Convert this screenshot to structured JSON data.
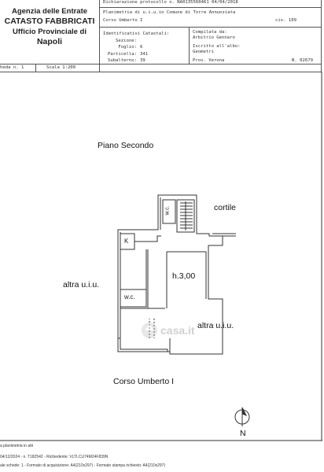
{
  "header": {
    "agency_line1": "Agenzia delle Entrate",
    "agency_line2": "CATASTO FABBRICATI",
    "agency_line3": "Ufficio Provinciale di",
    "agency_line4": "Napoli",
    "protocol": "Dichiarazione protocollo n. NA0135560461  04/04/2018",
    "plan_title": "Planimetria di u.i.u.in Comune di Torre Annunziata",
    "address": "Corso Umberto I",
    "civic": "civ. 109",
    "cadastral_title": "Identificativi Catastali:",
    "sezione_label": "Sezione:",
    "sezione_value": "",
    "foglio_label": "Foglio:",
    "foglio_value": "6",
    "particella_label": "Particella:",
    "particella_value": "341",
    "subalterno_label": "Subalterno:",
    "subalterno_value": "39",
    "compiled_label": "Compilata da:",
    "compiled_name": "Arbitrio Gennaro",
    "registered_label": "Iscritto all'albo:",
    "registered_value": "Geometri",
    "province": "Prov. Verona",
    "number": "N. 02679",
    "sheet": "heda n. 1",
    "scale": "Scala 1:200"
  },
  "plan": {
    "floor": "Piano Secondo",
    "cortile": "cortile",
    "wc_upper": "w.c.",
    "kitchen": "K",
    "height": "h.3,00",
    "wc_lower": "w.c.",
    "neighbor_left": "altra u.i.u.",
    "neighbor_right": "altra u.i.u.",
    "street": "Corso Umberto I",
    "north": "N"
  },
  "footer": {
    "line1": "a planimetria in atti",
    "line2": "04/12/2024 - n. T182542 - Richiedente: VLTLCU74M24F839N",
    "line3": "ale schede: 1 - Formato di acquisizione: A4(210x297) - Formato stampa richiesto: A4(210x297)"
  },
  "watermark": "casa.it"
}
